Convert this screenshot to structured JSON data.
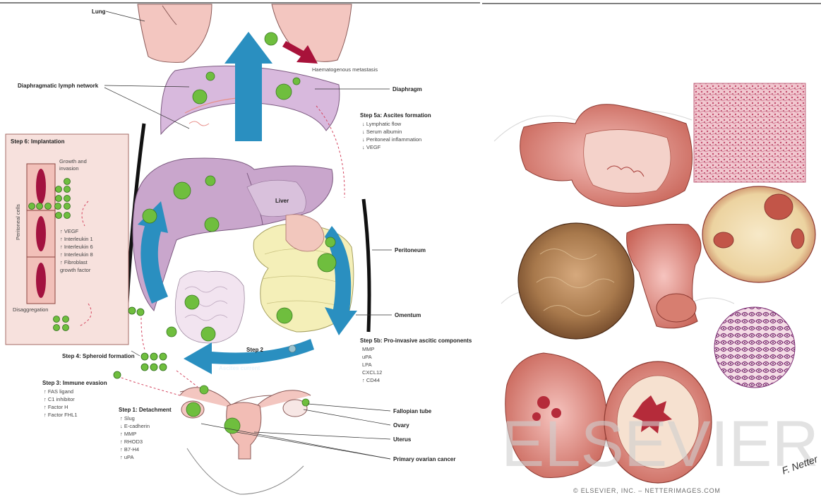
{
  "left_diagram": {
    "labels": {
      "lung": "Lung",
      "haematogenous": "Haematogenous metastasis",
      "diaphragmatic_lymph": "Diaphragmatic lymph network",
      "diaphragm": "Diaphragm",
      "liver": "Liver",
      "peritoneum": "Peritoneum",
      "omentum": "Omentum",
      "ascites_current": "Ascites current",
      "step2": "Step 2",
      "fallopian_tube": "Fallopian tube",
      "ovary": "Ovary",
      "uterus": "Uterus",
      "primary_cancer": "Primary ovarian cancer",
      "peritoneal_cells": "Peritoneal cells",
      "growth_invasion_1": "Growth and",
      "growth_invasion_2": "invasion",
      "disaggregation": "Disaggregation"
    },
    "step6": {
      "title": "Step 6: Implantation",
      "items": [
        "↑ VEGF",
        "↑ Interleukin 1",
        "↑ Interleukin 6",
        "↑ Interleukin 8",
        "↑ Fibroblast",
        "   growth factor"
      ]
    },
    "step5a": {
      "title": "Step 5a: Ascites formation",
      "items": [
        "↓ Lymphatic flow",
        "↓ Serum albumin",
        "↓ Peritoneal inflammation",
        "↓ VEGF"
      ]
    },
    "step5b": {
      "title": "Step 5b: Pro-invasive ascitic components",
      "items": [
        "MMP",
        "uPA",
        "LPA",
        "CXCL12",
        "↑ CD44"
      ]
    },
    "step4": {
      "title": "Step 4: Spheroid formation"
    },
    "step3": {
      "title": "Step 3: Immune evasion",
      "items": [
        "↑ FAS ligand",
        "↑ C1 inhibitor",
        "↑ Factor H",
        "↑ Factor FHL1"
      ]
    },
    "step1": {
      "title": "Step 1: Detachment",
      "items": [
        "↑ Slug",
        "↓ E-cadherin",
        "↑ MMP",
        "↑ RHOD3",
        "↑ B7-H4",
        "↑ uPA"
      ]
    }
  },
  "right_image": {
    "watermark": "ELSEVIER",
    "signature": "F. Netter",
    "credit": "© ELSEVIER, INC. – NETTERIMAGES.COM"
  },
  "colors": {
    "arrow_blue": "#2a8fc0",
    "tumor_green": "#6fbe3e",
    "liver_purple": "#c9a6cc",
    "panel_pink": "#f7e1dd",
    "cell_red": "#a3123f",
    "dark_red_arrow": "#a8123a"
  }
}
